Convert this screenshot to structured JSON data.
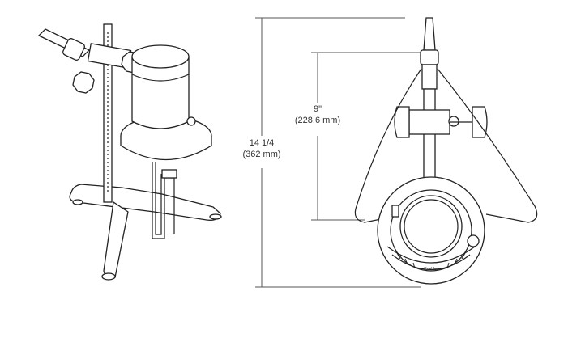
{
  "dimensions": {
    "overall_height": {
      "label": "14 1/4",
      "metric": "(362 mm)"
    },
    "stand_height": {
      "label": "9\"",
      "metric": "(228.6 mm)"
    }
  },
  "logo_text": "Koehler"
}
